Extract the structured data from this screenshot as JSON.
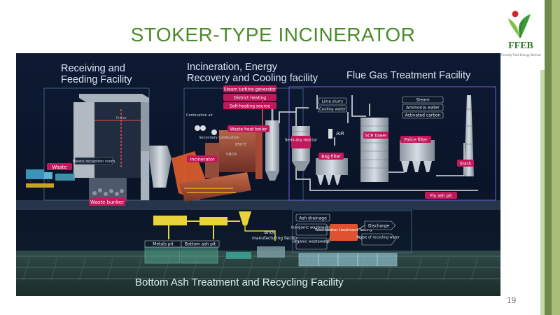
{
  "slide": {
    "title": "STOKER-TYPE INCINERATOR",
    "page_number": "19",
    "logo": {
      "name": "FFEB",
      "tagline": "Friendly Field Energy Berhad"
    }
  },
  "diagram": {
    "sections": {
      "receiving": [
        "Receiving and",
        "Feeding Facility"
      ],
      "incineration": [
        "Incineration, Energy",
        "Recovery and Cooling facility"
      ],
      "flue_gas": "Flue Gas Treatment Facility",
      "bottom_ash": "Bottom Ash Treatment and Recycling Facility"
    },
    "labels": {
      "waste": "Waste",
      "waste_reception_room": "Waste reception room",
      "waste_bunker": "Waste bunker",
      "crane": "Crane",
      "steam_turbine": "Steam turbine generator",
      "district_heating": "District heating",
      "self_heating": "Self-heating source",
      "combustion_air": "Combustion air",
      "secondary_combustion": "Secondary combustion",
      "waste_heat_boiler": "Waste heat boiler",
      "incinerator": "Incinerator",
      "sncr": "SNCR",
      "temp": "850℃",
      "lime_slurry": "Lime slurry",
      "cooling_water": "Cooling water",
      "semi_dry_reactor": "Semi-dry reactor",
      "air": "AIR",
      "bag_filter": "Bag filter",
      "steam": "Steam",
      "ammonia_water": "Ammonia water",
      "activated_carbon": "Activated carbon",
      "scr_tower": "SCR tower",
      "police_filter": "Police filter",
      "stack": "Stack",
      "fly_ash_pit": "Fly ash pit",
      "ash_drainage": "Ash drainage",
      "inorganic_wastewater": "Inorganic wastewater",
      "organic_wastewater": "Organic wastewater",
      "wastewater_treatment": "Wastewater treatment facility",
      "discharge": "Discharge",
      "reuse": "Reuse of recycling water",
      "brick": "Brick manufacturing facility",
      "metals_pit": "Metals pit",
      "bottom_ash_pit": "Bottom ash pit"
    }
  }
}
